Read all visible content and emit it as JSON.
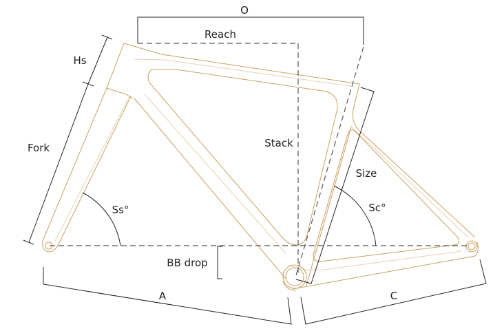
{
  "diagram": {
    "title_hidden": null,
    "labels": {
      "o": "O",
      "reach": "Reach",
      "hs": "Hs",
      "fork": "Fork",
      "stack": "Stack",
      "size": "Size",
      "ss": "Ss°",
      "sc": "Sc°",
      "bb_drop": "BB drop",
      "a": "A",
      "c": "C"
    },
    "colors": {
      "frame": "#c9a060",
      "dimension": "#222222"
    }
  }
}
